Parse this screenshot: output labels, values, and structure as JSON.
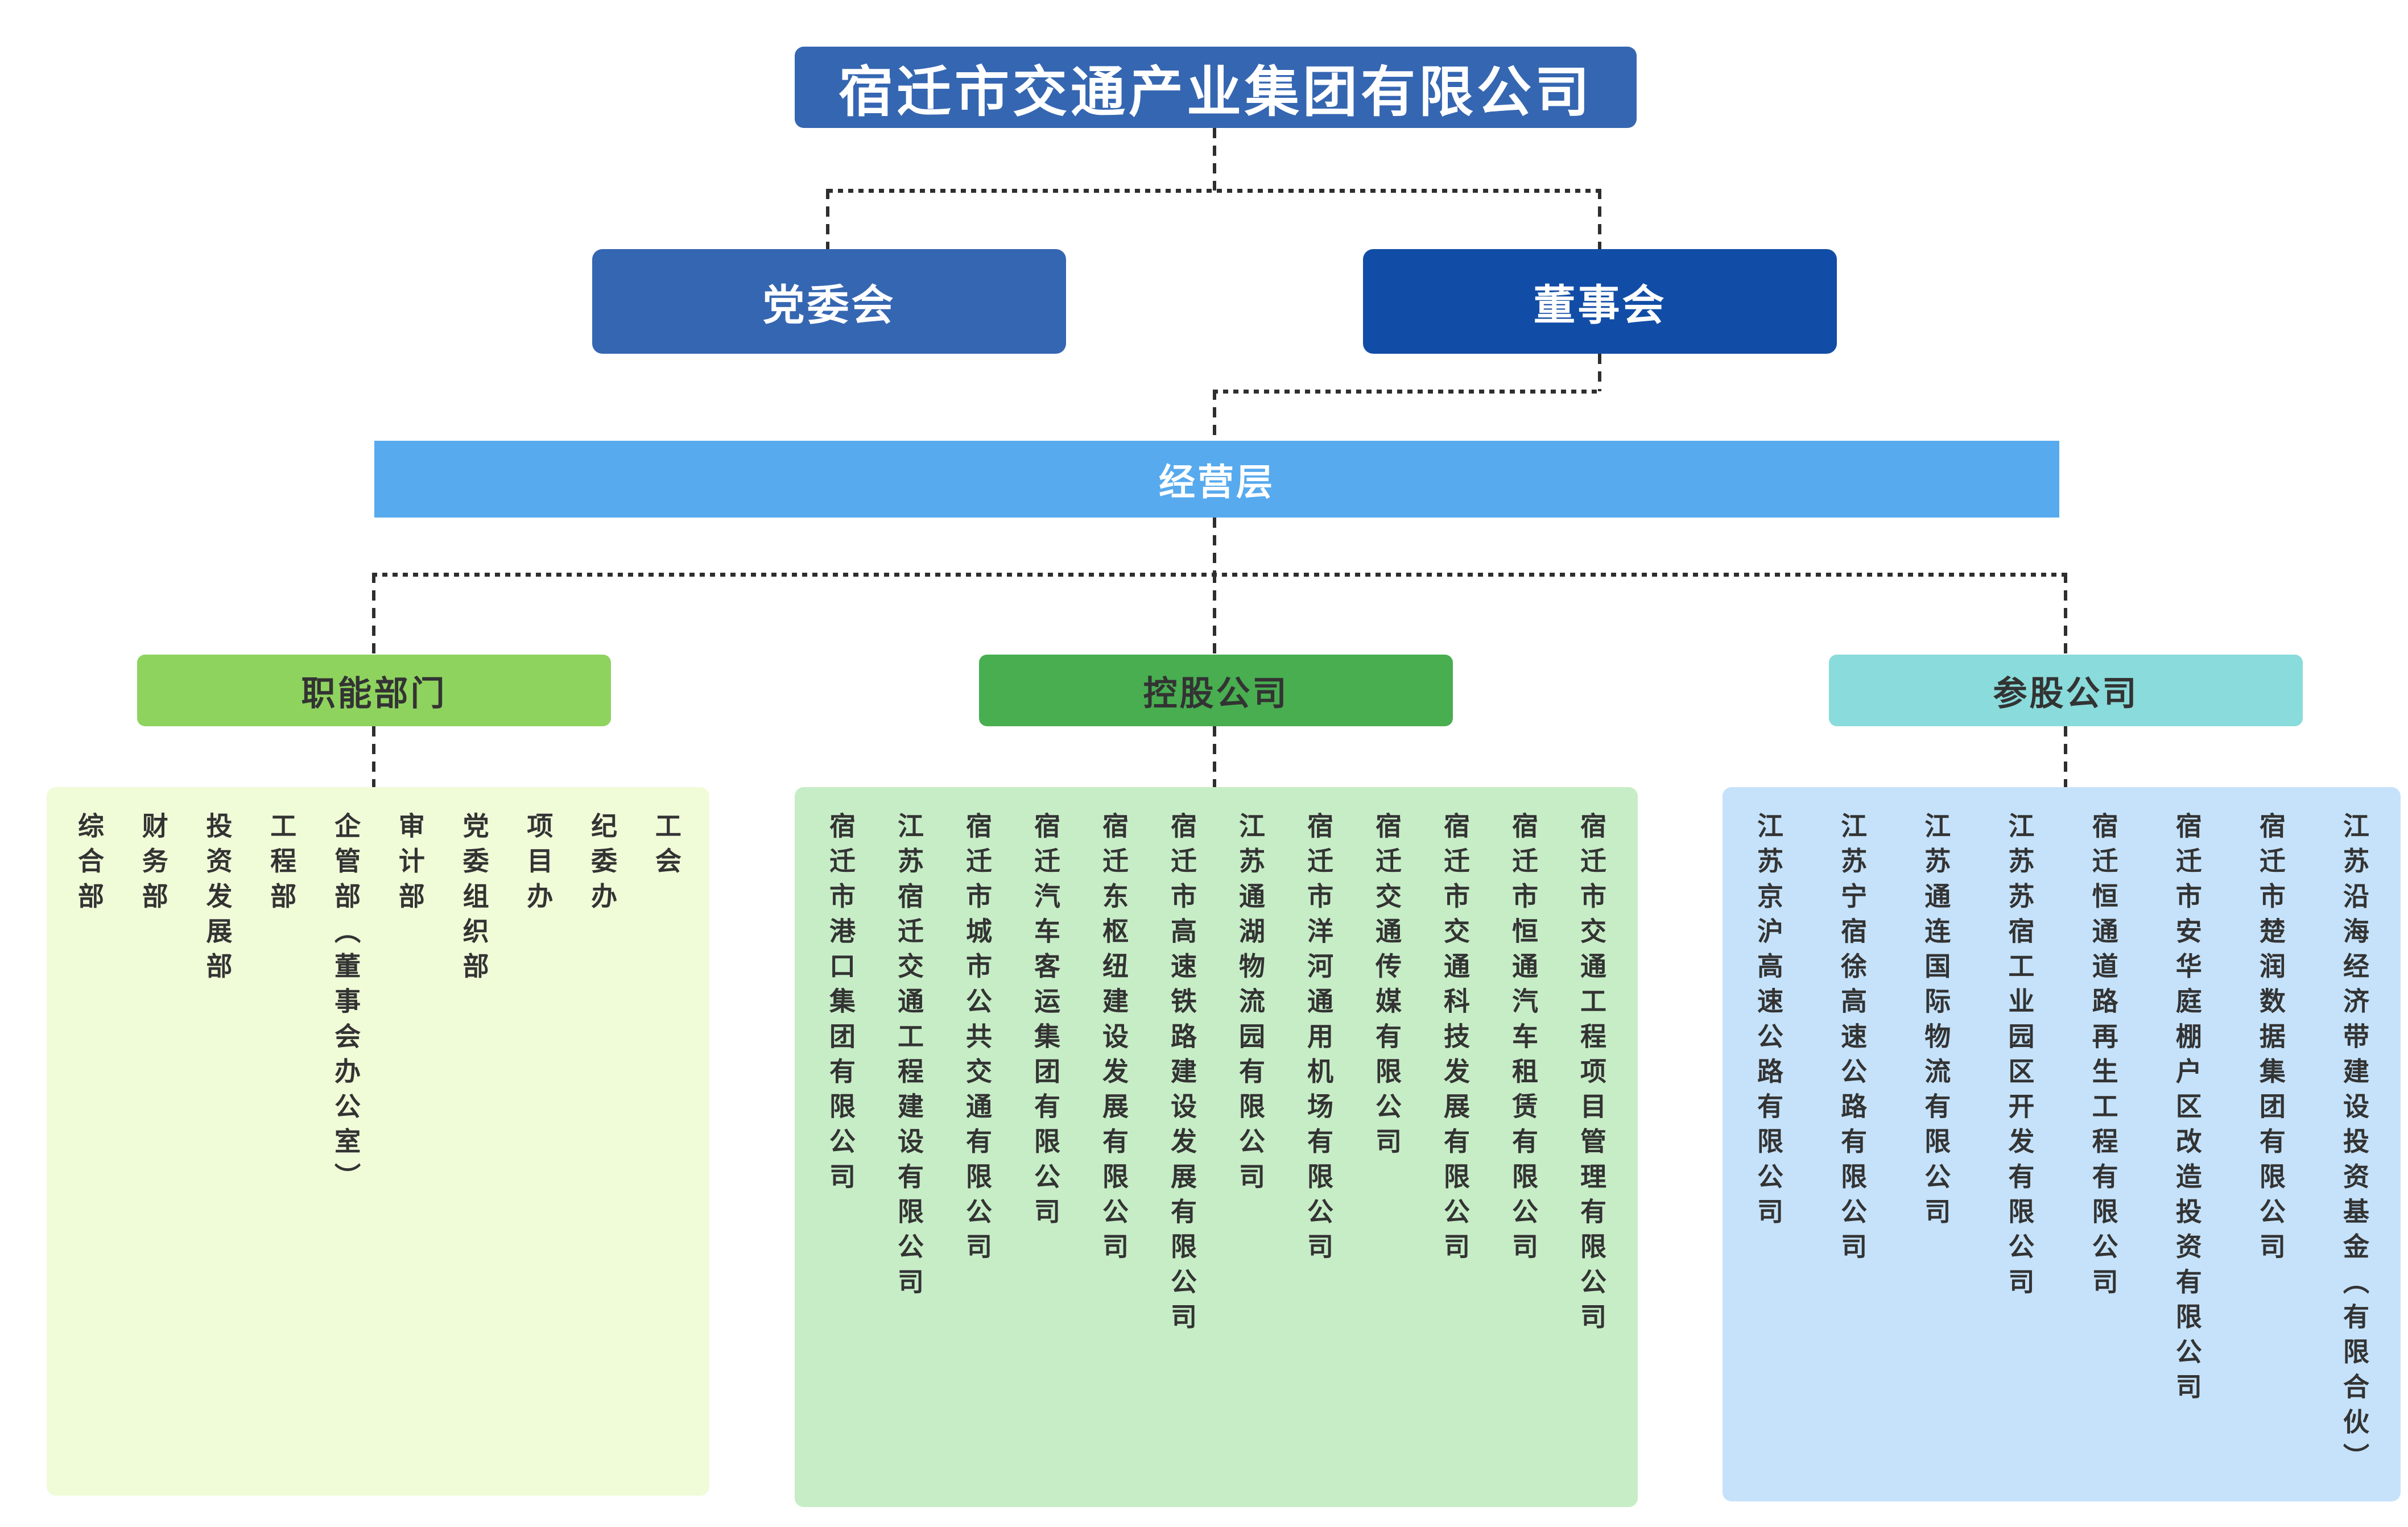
{
  "title": {
    "label": "宿迁市交通产业集团有限公司"
  },
  "governance": {
    "party_committee": "党委会",
    "board": "董事会",
    "management": "经营层"
  },
  "groups": {
    "functional": {
      "label": "职能部门",
      "items": [
        "综合部",
        "财务部",
        "投资发展部",
        "工程部",
        "企管部（董事会办公室）",
        "审计部",
        "党委组织部",
        "项目办",
        "纪委办",
        "工会"
      ]
    },
    "holding": {
      "label": "控股公司",
      "items": [
        "宿迁市港口集团有限公司",
        "江苏宿迁交通工程建设有限公司",
        "宿迁市城市公共交通有限公司",
        "宿迁汽车客运集团有限公司",
        "宿迁东枢纽建设发展有限公司",
        "宿迁市高速铁路建设发展有限公司",
        "江苏通湖物流园有限公司",
        "宿迁市洋河通用机场有限公司",
        "宿迁交通传媒有限公司",
        "宿迁市交通科技发展有限公司",
        "宿迁市恒通汽车租赁有限公司",
        "宿迁市交通工程项目管理有限公司"
      ]
    },
    "invested": {
      "label": "参股公司",
      "items": [
        "江苏京沪高速公路有限公司",
        "江苏宁宿徐高速公路有限公司",
        "江苏通连国际物流有限公司",
        "江苏苏宿工业园区开发有限公司",
        "宿迁恒通道路再生工程有限公司",
        "宿迁市安华庭棚户区改造投资有限公司",
        "宿迁市楚润数据集团有限公司",
        "江苏沿海经济带建设投资基金（有限合伙）"
      ]
    }
  },
  "colors": {
    "root_box": "#3566b1",
    "party_box": "#3566b1",
    "board_box": "#114da6",
    "management_bar": "#57aaee",
    "functional_header": "#8fd35f",
    "holding_header": "#48ae50",
    "invested_header": "#8adbdb",
    "functional_panel_bg": "#f0fbd8",
    "holding_panel_bg": "#c7edc7",
    "invested_panel_bg": "#c5e2fa",
    "dark_text": "#333333",
    "light_text": "#ffffff",
    "connector": "#2e2e2e"
  }
}
